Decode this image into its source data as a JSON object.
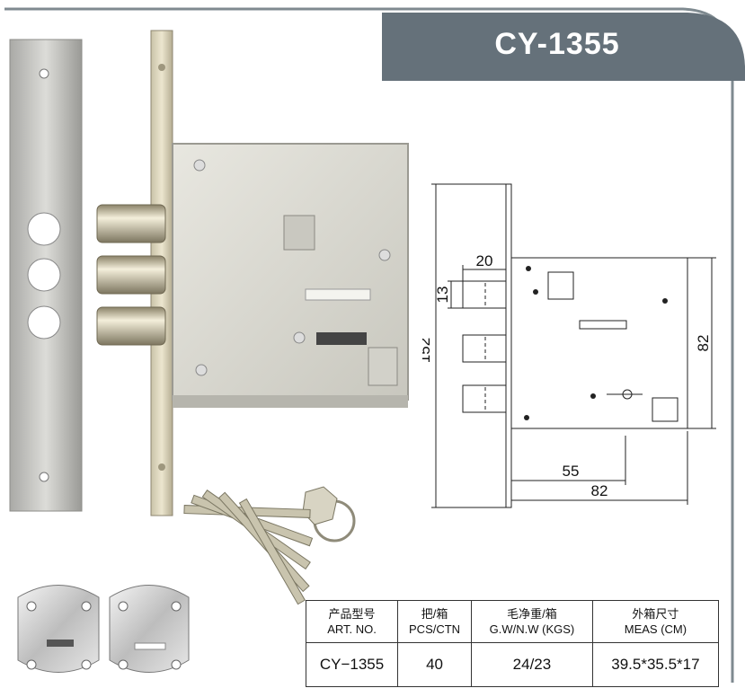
{
  "header": {
    "title": "CY-1355"
  },
  "drawing": {
    "dims": {
      "height_total": "152",
      "bolt_width": "20",
      "bolt_height": "13",
      "case_height": "82",
      "backset": "55",
      "case_width": "82"
    }
  },
  "spec_table": {
    "columns": [
      {
        "cn": "产品型号",
        "en": "ART. NO."
      },
      {
        "cn": "把/箱",
        "en": "PCS/CTN"
      },
      {
        "cn": "毛净重/箱",
        "en": "G.W/N.W (KGS)"
      },
      {
        "cn": "外箱尺寸",
        "en": "MEAS (CM)"
      }
    ],
    "row": [
      "CY−1355",
      "40",
      "24/23",
      "39.5*35.5*17"
    ]
  }
}
